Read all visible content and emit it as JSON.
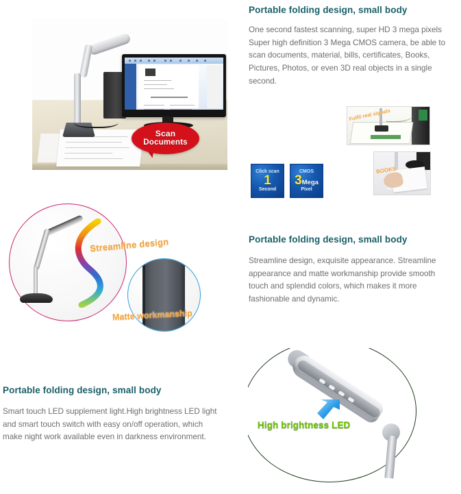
{
  "page": {
    "background": "#ffffff",
    "heading_color": "#1a5f68",
    "body_color": "#6d6d6d"
  },
  "sections": [
    {
      "id": "scan-documents",
      "heading": "Portable folding design, small body",
      "body": "One second fastest scanning, super HD 3 mega pixels\nSuper high definition 3 Mega CMOS camera, be able to scan documents, material, bills, certificates, Books, Pictures, Photos, or even 3D real objects in a single second."
    },
    {
      "id": "streamline-design",
      "heading": "Portable folding design, small body",
      "body": "Streamline design, exquisite appearance. Streamline appearance and matte workmanship provide smooth touch and splendid colors, which makes it more fashionable and dynamic."
    },
    {
      "id": "high-brightness-led",
      "heading": "Portable folding design, small body",
      "body": "Smart touch LED supplement light.High brightness LED light and smart touch switch with easy on/off operation, which make night work available even in darkness environment."
    }
  ],
  "photos": {
    "scanner_desk": {
      "name": "scanner-with-monitor-photo",
      "balloon_line1": "Scan",
      "balloon_line2": "Documents",
      "balloon_color": "#d4111b"
    },
    "real_signal": {
      "name": "real-signal-photo",
      "label": "Fulfil real signals",
      "label_color": "#f0a23c"
    },
    "books": {
      "name": "books-scanning-photo",
      "label": "BOOKS",
      "label_color": "#efa033"
    },
    "streamline": {
      "name": "streamline-design-photo",
      "label": "Streamline design",
      "label_color": "#f2a23a",
      "circle_color": "#c8246c"
    },
    "matte": {
      "name": "matte-workmanship-photo",
      "label": "Matte workmanship",
      "label_color": "#f2a23a",
      "circle_color": "#2f9fe0"
    },
    "led": {
      "name": "high-brightness-led-photo",
      "label": "High brightness LED",
      "label_color": "#6ec300",
      "circle_color": "#203a20",
      "arrow_color": "#2b9ae8"
    }
  },
  "badges": [
    {
      "id": "click-scan",
      "top": "Click scan",
      "value": "1",
      "unit": "",
      "bottom": "Second",
      "color": "#1558ae"
    },
    {
      "id": "cmos",
      "top": "CMOS",
      "value": "3",
      "unit": "Mega",
      "bottom": "Pixel",
      "color": "#1558ae"
    }
  ]
}
